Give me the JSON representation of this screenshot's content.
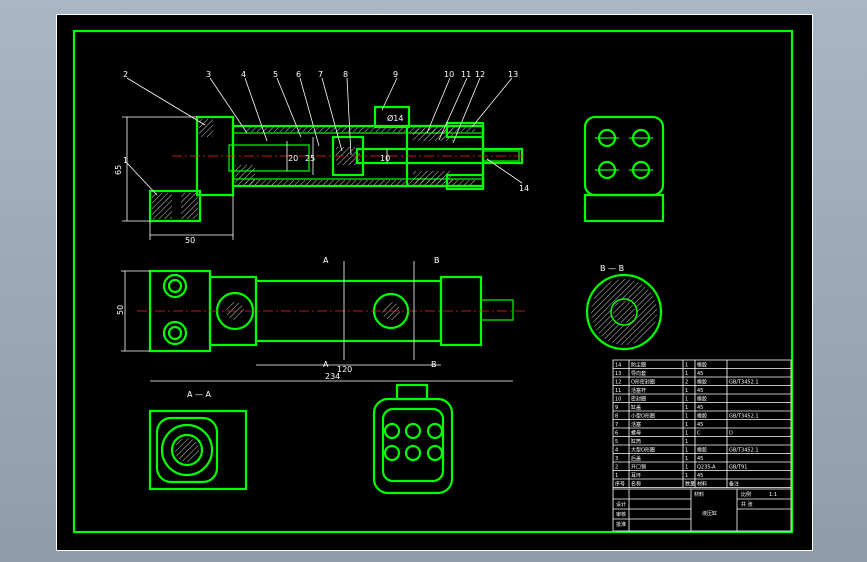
{
  "part_labels": [
    "1",
    "2",
    "3",
    "4",
    "5",
    "6",
    "7",
    "8",
    "9",
    "10",
    "11",
    "12",
    "13",
    "14"
  ],
  "dimensions": {
    "height_65": "65",
    "width_50": "50",
    "bore_20": "20",
    "bore_25": "25",
    "rod_10": "10",
    "port_14": "Ø14",
    "height_50": "50",
    "len_120": "120",
    "len_234": "234"
  },
  "section_marks": {
    "a": "A",
    "b": "B",
    "a_title": "A — A",
    "b_title": "B — B"
  },
  "bom": {
    "rows": [
      {
        "no": "14",
        "name": "防尘圈",
        "qty": "1",
        "mat": "橡胶",
        "note": ""
      },
      {
        "no": "13",
        "name": "导向套",
        "qty": "1",
        "mat": "45",
        "note": ""
      },
      {
        "no": "12",
        "name": "O形密封圈",
        "qty": "2",
        "mat": "橡胶",
        "note": "GB/T3452.1"
      },
      {
        "no": "11",
        "name": "活塞杆",
        "qty": "1",
        "mat": "45",
        "note": ""
      },
      {
        "no": "10",
        "name": "密封圈",
        "qty": "1",
        "mat": "橡胶",
        "note": ""
      },
      {
        "no": "9",
        "name": "缸盖",
        "qty": "1",
        "mat": "45",
        "note": ""
      },
      {
        "no": "8",
        "name": "小型O形圈",
        "qty": "1",
        "mat": "橡胶",
        "note": "GB/T3452.1"
      },
      {
        "no": "7",
        "name": "活塞",
        "qty": "1",
        "mat": "45",
        "note": ""
      },
      {
        "no": "6",
        "name": "螺母",
        "qty": "1",
        "mat": "C",
        "note": "D"
      },
      {
        "no": "5",
        "name": "缸筒",
        "qty": "1",
        "mat": "",
        "note": ""
      },
      {
        "no": "4",
        "name": "大型O形圈",
        "qty": "1",
        "mat": "橡胶",
        "note": "GB/T3452.1"
      },
      {
        "no": "3",
        "name": "后盖",
        "qty": "1",
        "mat": "45",
        "note": ""
      },
      {
        "no": "2",
        "name": "开口销",
        "qty": "1",
        "mat": "Q235-A",
        "note": "GB/T91"
      },
      {
        "no": "1",
        "name": "耳环",
        "qty": "1",
        "mat": "45",
        "note": ""
      }
    ],
    "header": {
      "no": "序号",
      "name": "名称",
      "qty": "数量",
      "mat": "材料",
      "note": "备注"
    }
  },
  "title_block": {
    "drawing_title": "液压缸",
    "scale_label": "比例",
    "scale_value": "1:1",
    "designer_label": "设计",
    "checker_label": "审核",
    "approver_label": "批准",
    "sheet_label": "共 张",
    "material_label": "材料"
  }
}
